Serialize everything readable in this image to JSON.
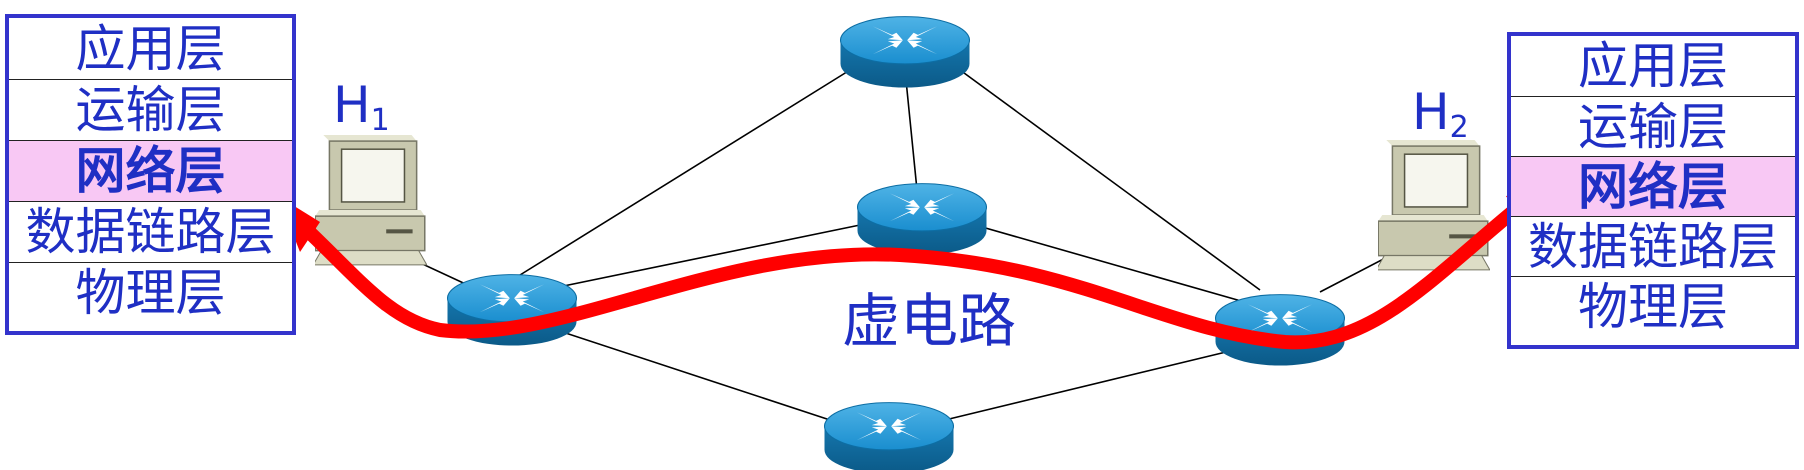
{
  "left_stack": {
    "layers": [
      {
        "label": "应用层",
        "highlight": false
      },
      {
        "label": "运输层",
        "highlight": false
      },
      {
        "label": "网络层",
        "highlight": true
      },
      {
        "label": "数据链路层",
        "highlight": false
      },
      {
        "label": "物理层",
        "highlight": false
      }
    ]
  },
  "right_stack": {
    "layers": [
      {
        "label": "应用层",
        "highlight": false
      },
      {
        "label": "运输层",
        "highlight": false
      },
      {
        "label": "网络层",
        "highlight": true
      },
      {
        "label": "数据链路层",
        "highlight": false
      },
      {
        "label": "物理层",
        "highlight": false
      }
    ]
  },
  "host1": {
    "letter": "H",
    "sub": "1",
    "icon": "computer-icon"
  },
  "host2": {
    "letter": "H",
    "sub": "2",
    "icon": "computer-icon"
  },
  "network": {
    "label": "虚电路",
    "router_icon": "router-icon",
    "router_count": 5
  },
  "colors": {
    "text": "#1f2fc4",
    "border": "#3333cc",
    "highlight": "#f8c8f4",
    "path": "#ff0000",
    "router": "#1a8ecf"
  }
}
